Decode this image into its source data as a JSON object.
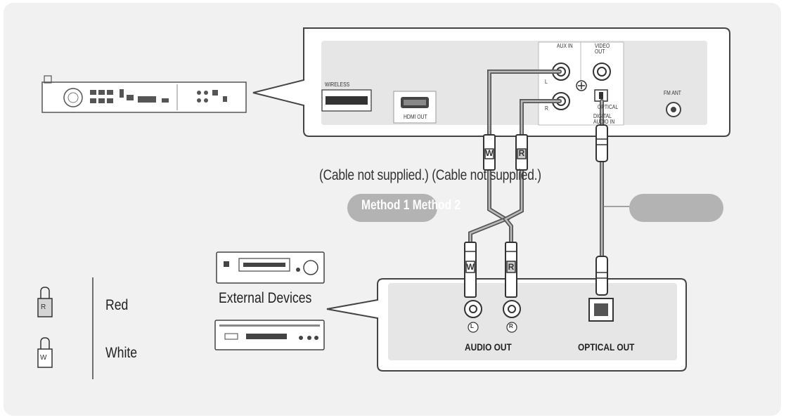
{
  "cable_note": "(Cable not supplied.) (Cable not supplied.)",
  "method_labels": "Method 1 Method 2",
  "external_devices_label": "External Devices",
  "main_unit_ports": {
    "wireless": "WIRELESS",
    "hdmi_out": "HDMI OUT",
    "aux_in": "AUX IN",
    "video_out": "VIDEO OUT",
    "aux_l": "L",
    "aux_r": "R",
    "optical_line1": "OPTICAL",
    "optical_line2": "DIGITAL AUDIO IN",
    "fm_ant": "FM ANT"
  },
  "device_ports": {
    "audio_out": "AUDIO OUT",
    "optical_out": "OPTICAL OUT",
    "left_mark": "L",
    "right_mark": "R"
  },
  "plug_letters": {
    "white": "W",
    "red": "R"
  },
  "legend": {
    "red": {
      "label": "Red",
      "letter": "R"
    },
    "white": {
      "label": "White",
      "letter": "W"
    }
  },
  "colors": {
    "background": "#f1f1f1",
    "panel": "#e6e6e6",
    "outline": "#444444",
    "pill": "#b3b3b3",
    "cable": "#777777"
  }
}
